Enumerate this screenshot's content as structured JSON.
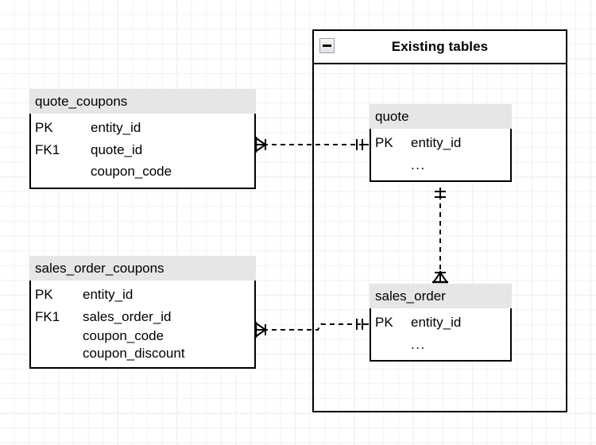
{
  "diagram": {
    "type": "entity-relationship-diagram",
    "background": "#ffffff",
    "grid_minor_color": "#f2f2f2",
    "grid_major_color": "#d9d9d9",
    "line_color": "#000000",
    "entity_header_fill": "#e6e6e6"
  },
  "group": {
    "title": "Existing tables",
    "collapse_icon": "minus-icon"
  },
  "entities": [
    {
      "id": "quote_coupons",
      "name": "quote_coupons",
      "attributes": [
        {
          "key": "PK",
          "name": "entity_id"
        },
        {
          "key": "FK1",
          "name": "quote_id"
        },
        {
          "key": "",
          "name": "coupon_code"
        }
      ]
    },
    {
      "id": "sales_order_coupons",
      "name": "sales_order_coupons",
      "attributes": [
        {
          "key": "PK",
          "name": "entity_id"
        },
        {
          "key": "FK1",
          "name": "sales_order_id"
        },
        {
          "key": "",
          "name": "coupon_code"
        },
        {
          "key": "",
          "name": "coupon_discount"
        }
      ]
    },
    {
      "id": "quote",
      "name": "quote",
      "attributes": [
        {
          "key": "PK",
          "name": "entity_id"
        },
        {
          "key": "",
          "name": "..."
        }
      ]
    },
    {
      "id": "sales_order",
      "name": "sales_order",
      "attributes": [
        {
          "key": "PK",
          "name": "entity_id"
        },
        {
          "key": "",
          "name": "..."
        }
      ]
    }
  ],
  "relationships": [
    {
      "id": "quote_coupons-to-quote",
      "from": "quote_coupons",
      "to": "quote",
      "from_cardinality": "many",
      "to_cardinality": "one-and-only-one",
      "line_style": "dashed"
    },
    {
      "id": "sales_order_coupons-to-sales_order",
      "from": "sales_order_coupons",
      "to": "sales_order",
      "from_cardinality": "many",
      "to_cardinality": "one-and-only-one",
      "line_style": "dashed"
    },
    {
      "id": "quote-to-sales_order",
      "from": "quote",
      "to": "sales_order",
      "from_cardinality": "one-and-only-one",
      "to_cardinality": "many",
      "line_style": "dashed"
    }
  ]
}
